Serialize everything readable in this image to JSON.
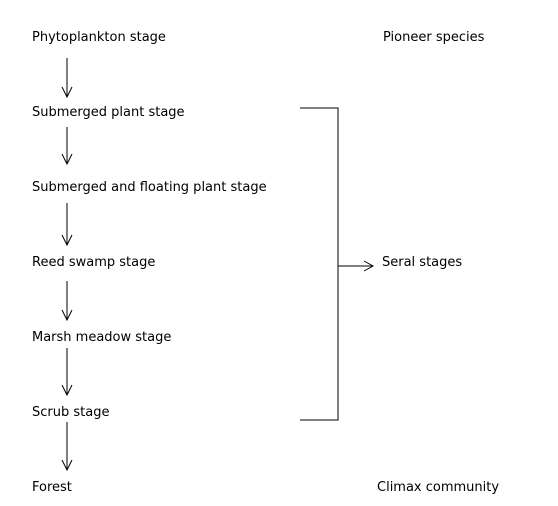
{
  "stages": [
    "Phytoplankton  stage",
    "Submerged plant stage",
    "Submerged and floating plant stage",
    "Reed swamp stage",
    "Marsh meadow stage",
    "Scrub stage",
    "Forest"
  ],
  "side_labels": {
    "pioneer": "Pioneer species",
    "seral": "Seral stages",
    "climax": "Climax community"
  }
}
